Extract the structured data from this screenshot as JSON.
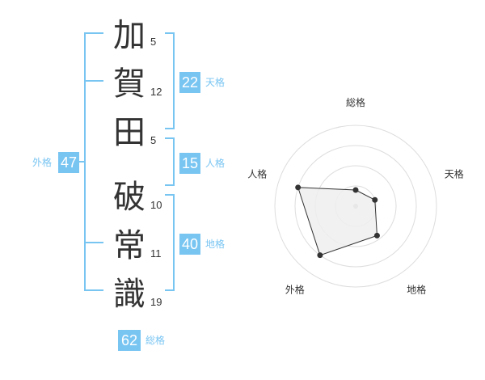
{
  "name": {
    "chars": [
      {
        "char": "加",
        "strokes": "5"
      },
      {
        "char": "賀",
        "strokes": "12"
      },
      {
        "char": "田",
        "strokes": "5"
      },
      {
        "char": "破",
        "strokes": "10"
      },
      {
        "char": "常",
        "strokes": "11"
      },
      {
        "char": "識",
        "strokes": "19"
      }
    ]
  },
  "fortunes": {
    "tenkaku": {
      "value": "22",
      "label": "天格"
    },
    "jinkaku": {
      "value": "15",
      "label": "人格"
    },
    "chikaku": {
      "value": "40",
      "label": "地格"
    },
    "gaikaku": {
      "value": "47",
      "label": "外格"
    },
    "soukaku": {
      "value": "62",
      "label": "総格"
    }
  },
  "radar": {
    "axes": [
      "総格",
      "天格",
      "地格",
      "外格",
      "人格"
    ],
    "levels": 4,
    "values": [
      0.2,
      0.25,
      0.45,
      0.75,
      0.75
    ],
    "colors": {
      "fill": "#efefef",
      "line": "#333333",
      "grid": "#dddddd",
      "point": "#333333"
    }
  },
  "colors": {
    "accent": "#79c5f2"
  }
}
